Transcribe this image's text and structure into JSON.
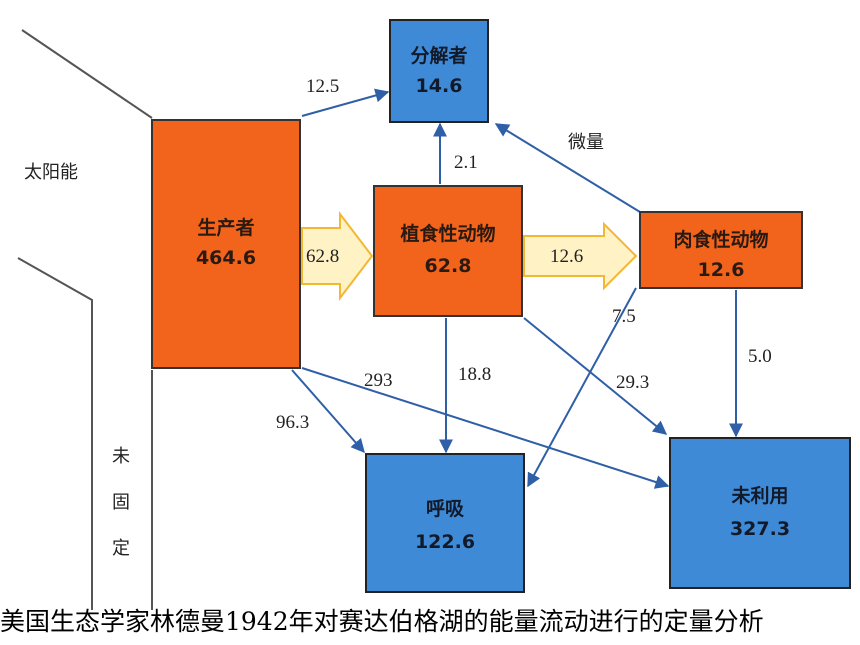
{
  "nodes": {
    "producer": {
      "name": "生产者",
      "value": "464.6"
    },
    "decomposer": {
      "name": "分解者",
      "value": "14.6"
    },
    "herbivore": {
      "name": "植食性动物",
      "value": "62.8"
    },
    "carnivore": {
      "name": "肉食性动物",
      "value": "12.6"
    },
    "respiration": {
      "name": "呼吸",
      "value": "122.6"
    },
    "unused": {
      "name": "未利用",
      "value": "327.3"
    }
  },
  "flows": {
    "producer_to_decomposer": "12.5",
    "producer_to_herbivore": "62.8",
    "herbivore_to_carnivore": "12.6",
    "herbivore_to_decomposer": "2.1",
    "carnivore_to_decomposer": "微量",
    "producer_to_respiration": "96.3",
    "producer_to_unused": "293",
    "herbivore_to_respiration": "18.8",
    "herbivore_to_unused": "29.3",
    "carnivore_to_respiration": "7.5",
    "carnivore_to_unused": "5.0"
  },
  "side": {
    "solar": "太阳能",
    "unfixed": [
      "未",
      "固",
      "定"
    ]
  },
  "caption": "美国生态学家林德曼1942年对赛达伯格湖的能量流动进行的定量分析",
  "colors": {
    "orange_box": "#f2641c",
    "blue_box": "#3f8ad6",
    "arrow_blue": "#2f5fa6",
    "hollow_arrow": "#f3b736"
  }
}
